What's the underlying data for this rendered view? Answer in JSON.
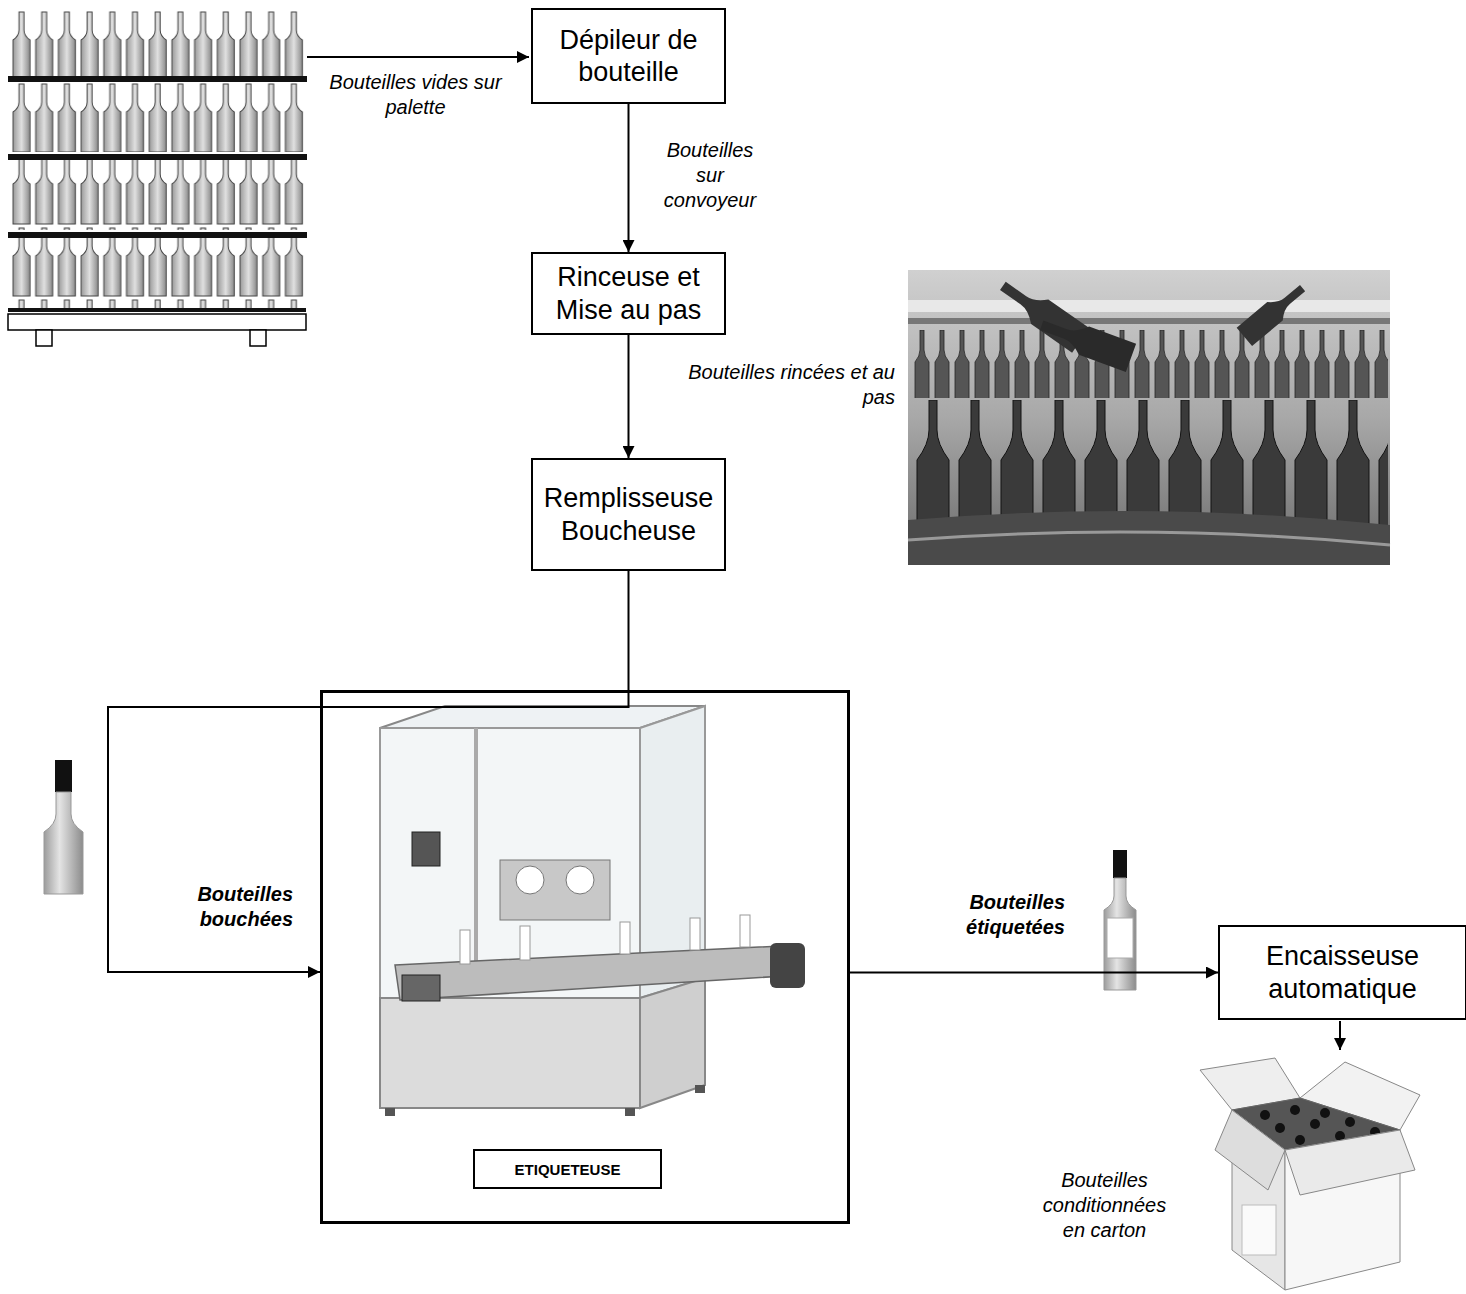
{
  "diagram": {
    "nodes": [
      {
        "text": [
          "Dépileur de bouteille"
        ]
      },
      {
        "text": [
          "Rinceuse et Mise au pas"
        ]
      },
      {
        "text": [
          "Remplisseuse Boucheuse"
        ]
      },
      {
        "text": [
          "ETIQUETEUSE"
        ]
      },
      {
        "text": [
          "Encaisseuse automatique"
        ]
      }
    ],
    "edges": [
      {
        "from": 0,
        "to": 1,
        "arrow": "to",
        "label": "Bouteilles sur convoyeur"
      },
      {
        "from": 1,
        "to": 2,
        "arrow": "to",
        "label": "Bouteilles rincées et au pas"
      },
      {
        "from": 2,
        "to": 3,
        "arrow": "to",
        "label": "Bouteilles bouchées"
      },
      {
        "from": 3,
        "to": 4,
        "arrow": "to",
        "label": "Bouteilles étiquetées"
      }
    ],
    "labels": [
      "Bouteilles vides sur palette",
      "Bouteilles conditionnées en carton"
    ]
  }
}
